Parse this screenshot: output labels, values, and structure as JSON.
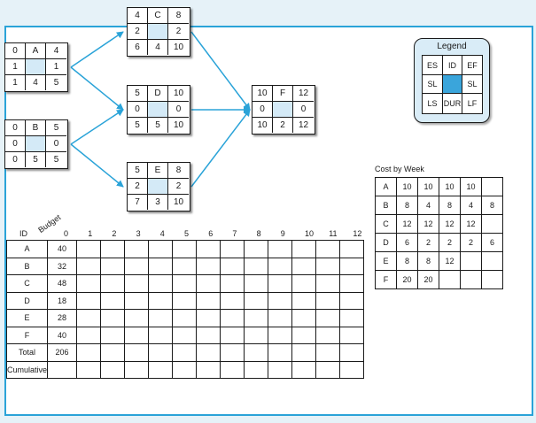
{
  "nodes": {
    "A": {
      "es": "0",
      "id": "A",
      "ef": "4",
      "sl": "1",
      "sr": "1",
      "ls": "1",
      "dur": "4",
      "lf": "5"
    },
    "B": {
      "es": "0",
      "id": "B",
      "ef": "5",
      "sl": "0",
      "sr": "0",
      "ls": "0",
      "dur": "5",
      "lf": "5"
    },
    "C": {
      "es": "4",
      "id": "C",
      "ef": "8",
      "sl": "2",
      "sr": "2",
      "ls": "6",
      "dur": "4",
      "lf": "10"
    },
    "D": {
      "es": "5",
      "id": "D",
      "ef": "10",
      "sl": "0",
      "sr": "0",
      "ls": "5",
      "dur": "5",
      "lf": "10"
    },
    "E": {
      "es": "5",
      "id": "E",
      "ef": "8",
      "sl": "2",
      "sr": "2",
      "ls": "7",
      "dur": "3",
      "lf": "10"
    },
    "F": {
      "es": "10",
      "id": "F",
      "ef": "12",
      "sl": "0",
      "sr": "0",
      "ls": "10",
      "dur": "2",
      "lf": "12"
    }
  },
  "legend": {
    "title": "Legend",
    "es": "ES",
    "id": "ID",
    "ef": "EF",
    "sl": "SL",
    "sr": "SL",
    "ls": "LS",
    "dur": "DUR",
    "lf": "LF"
  },
  "budget_table": {
    "id_header": "ID",
    "budget_header": "Budget",
    "weeks": [
      "0",
      "1",
      "2",
      "3",
      "4",
      "5",
      "6",
      "7",
      "8",
      "9",
      "10",
      "11",
      "12"
    ],
    "rows": [
      {
        "id": "A",
        "budget": "40"
      },
      {
        "id": "B",
        "budget": "32"
      },
      {
        "id": "C",
        "budget": "48"
      },
      {
        "id": "D",
        "budget": "18"
      },
      {
        "id": "E",
        "budget": "28"
      },
      {
        "id": "F",
        "budget": "40"
      },
      {
        "id": "Total",
        "budget": "206"
      },
      {
        "id": "Cumulative",
        "budget": ""
      }
    ]
  },
  "cost_by_week": {
    "title": "Cost by Week",
    "rows": [
      {
        "id": "A",
        "values": [
          "10",
          "10",
          "10",
          "10",
          ""
        ]
      },
      {
        "id": "B",
        "values": [
          "8",
          "4",
          "8",
          "4",
          "8"
        ]
      },
      {
        "id": "C",
        "values": [
          "12",
          "12",
          "12",
          "12",
          ""
        ]
      },
      {
        "id": "D",
        "values": [
          "6",
          "2",
          "2",
          "2",
          "6"
        ]
      },
      {
        "id": "E",
        "values": [
          "8",
          "8",
          "12",
          "",
          ""
        ]
      },
      {
        "id": "F",
        "values": [
          "20",
          "20",
          "",
          "",
          ""
        ]
      }
    ]
  },
  "colors": {
    "accent": "#2aa3d8",
    "arrow": "#2aa3d8",
    "node_slack_fill": "#d4eaf7",
    "legend_slack_fill": "#3aa5db"
  }
}
